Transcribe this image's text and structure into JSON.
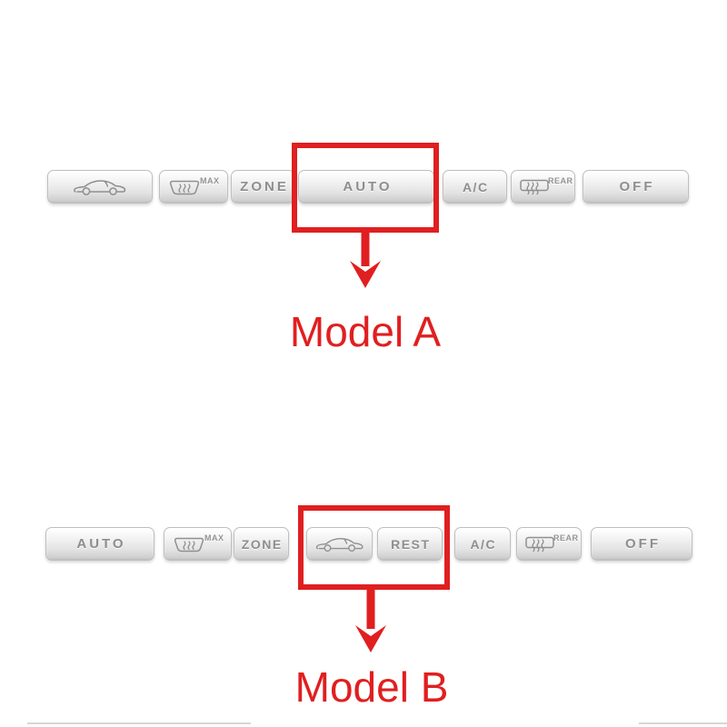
{
  "colors": {
    "highlight_red": "#e01f20",
    "button_text_gray": "#8e8e8e",
    "button_silver_top": "#ffffff",
    "button_silver_bottom": "#bdbdbd"
  },
  "model_a": {
    "label": "Model A",
    "buttons": {
      "recirculation": {
        "icon": "car-icon"
      },
      "front_defrost": {
        "icon": "front-defrost-icon",
        "sup_label": "MAX"
      },
      "zone": {
        "label": "ZONE"
      },
      "auto": {
        "label": "AUTO",
        "highlighted": true
      },
      "ac": {
        "label": "A/C"
      },
      "rear_defrost": {
        "icon": "rear-defrost-icon",
        "sup_label": "REAR"
      },
      "off": {
        "label": "OFF"
      }
    }
  },
  "model_b": {
    "label": "Model B",
    "buttons": {
      "auto": {
        "label": "AUTO"
      },
      "front_defrost": {
        "icon": "front-defrost-icon",
        "sup_label": "MAX"
      },
      "zone": {
        "label": "ZONE"
      },
      "recirculation": {
        "icon": "car-icon",
        "highlighted": true
      },
      "rest": {
        "label": "REST",
        "highlighted": true
      },
      "ac": {
        "label": "A/C"
      },
      "rear_defrost": {
        "icon": "rear-defrost-icon",
        "sup_label": "REAR"
      },
      "off": {
        "label": "OFF"
      }
    }
  }
}
